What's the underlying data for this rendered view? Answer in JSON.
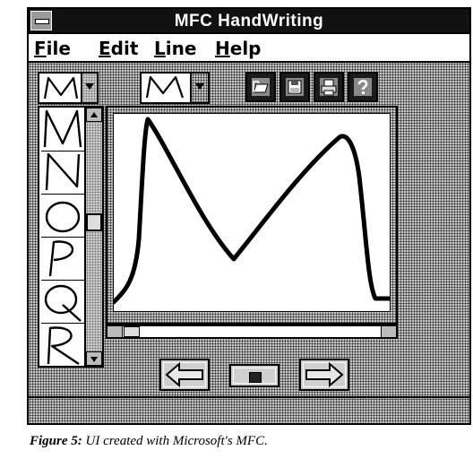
{
  "window": {
    "title": "MFC HandWriting"
  },
  "menu": {
    "items": [
      {
        "hotkey": "F",
        "rest": "ile"
      },
      {
        "hotkey": "E",
        "rest": "dit"
      },
      {
        "hotkey": "L",
        "rest": "ine"
      },
      {
        "hotkey": "H",
        "rest": "elp"
      }
    ]
  },
  "letter_list": {
    "selected": "M",
    "items": [
      "M",
      "N",
      "O",
      "P",
      "Q",
      "R"
    ]
  },
  "toolbar": {
    "selected_char": "M",
    "icons": [
      "open-file-icon",
      "save-file-icon",
      "print-icon",
      "help-icon"
    ]
  },
  "navigation": {
    "icons": [
      "arrow-left-icon",
      "stop-icon",
      "arrow-right-icon"
    ]
  },
  "caption": {
    "lead": "Figure 5:",
    "text": " UI created with Microsoft's MFC."
  },
  "colors": {
    "ink": "#000000",
    "canvas": "#ffffff",
    "title_bar": "#111111"
  }
}
